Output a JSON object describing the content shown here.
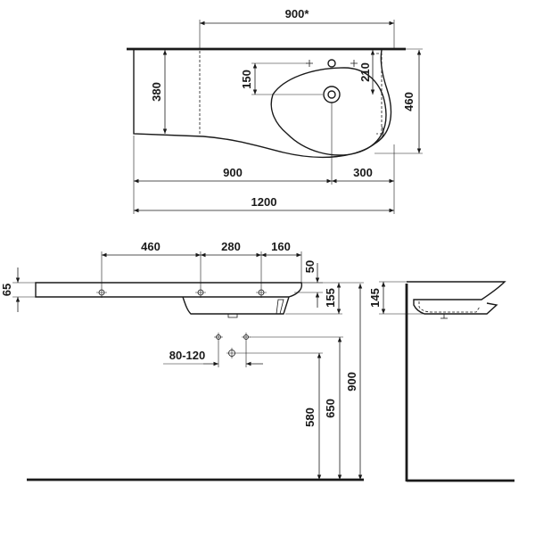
{
  "top_view": {
    "dim_width_star": "900*",
    "dim_depth_left": "380",
    "dim_tap_offset": "150",
    "dim_tap_right": "210",
    "dim_depth_right": "460",
    "dim_shelf": "900",
    "dim_bowl": "300",
    "dim_total": "1200"
  },
  "front_view": {
    "dim_460": "460",
    "dim_280": "280",
    "dim_160": "160",
    "dim_65": "65",
    "dim_50": "50",
    "dim_155": "155",
    "dim_range": "80-120",
    "dim_580": "580",
    "dim_650": "650",
    "dim_900": "900"
  },
  "side_view": {
    "dim_145": "145"
  }
}
